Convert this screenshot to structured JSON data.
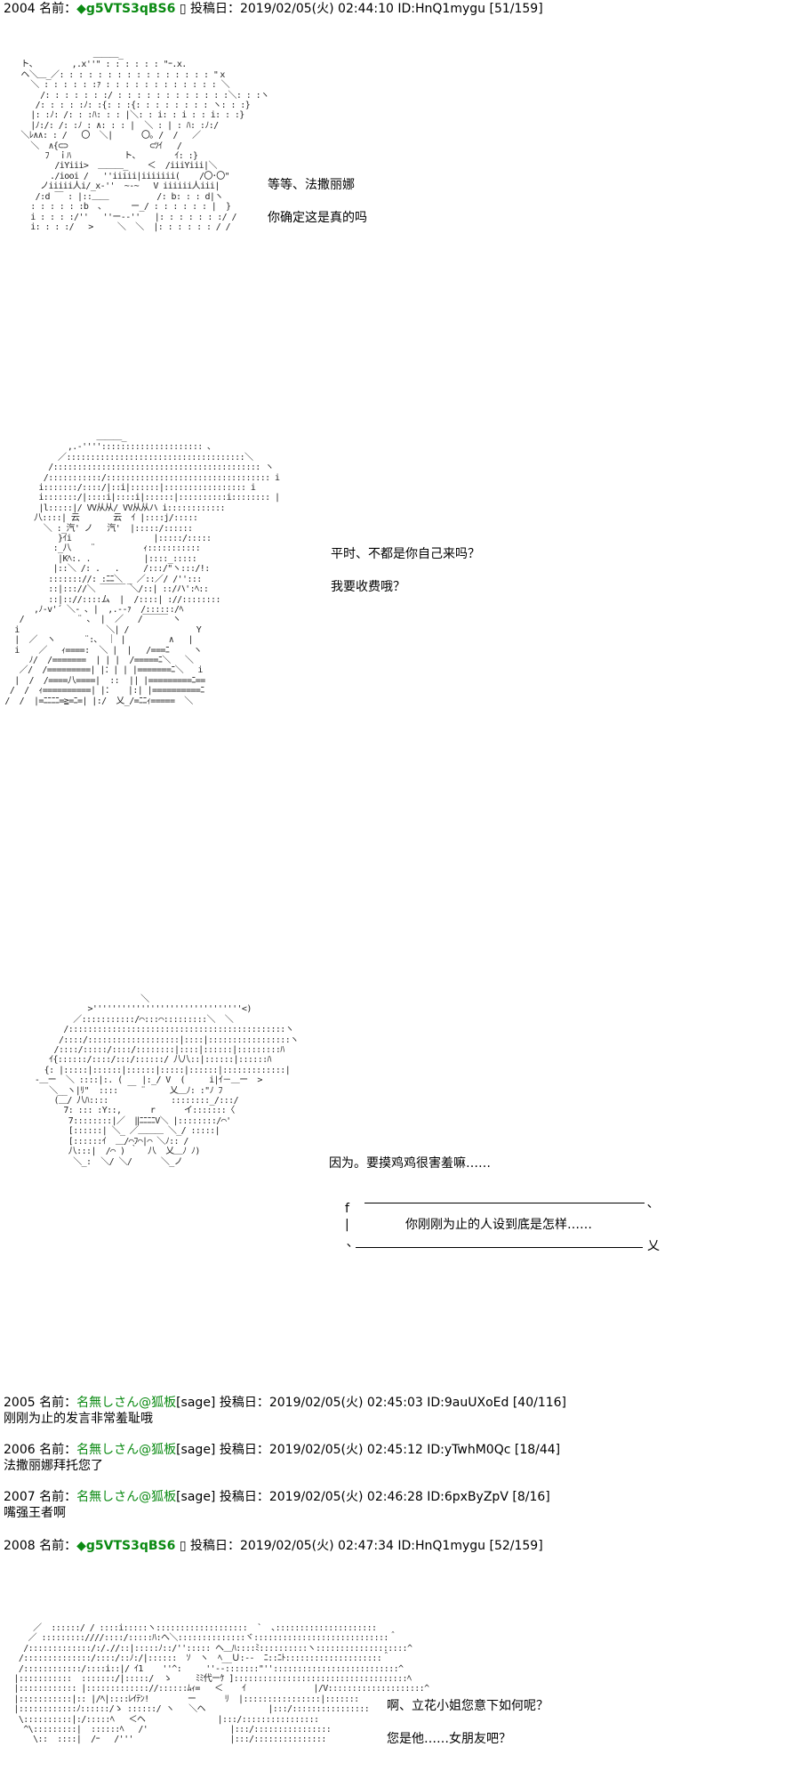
{
  "posts": [
    {
      "number": "2004",
      "name_label": "名前：",
      "name": "◆g5VTS3qBS6",
      "sage": "",
      "date_label": "投稿日：2019/02/05(火) 02:44:10",
      "id": "ID:HnQ1mygu",
      "counter": "[51/159]"
    },
    {
      "number": "2005",
      "name_label": "名前：",
      "name": "名無しさん@狐板",
      "sage": "[sage]",
      "date_label": "投稿日：2019/02/05(火) 02:45:03",
      "id": "ID:9auUXoEd",
      "counter": "[40/116]",
      "body": "刚刚为止的发言非常羞耻哦"
    },
    {
      "number": "2006",
      "name_label": "名前：",
      "name": "名無しさん@狐板",
      "sage": "[sage]",
      "date_label": "投稿日：2019/02/05(火) 02:45:12",
      "id": "ID:yTwhM0Qc",
      "counter": "[18/44]",
      "body": "法撒丽娜拜托您了"
    },
    {
      "number": "2007",
      "name_label": "名前：",
      "name": "名無しさん@狐板",
      "sage": "[sage]",
      "date_label": "投稿日：2019/02/05(火) 02:46:28",
      "id": "ID:6pxByZpV",
      "counter": "[8/16]",
      "body": "嘴强王者啊"
    },
    {
      "number": "2008",
      "name_label": "名前：",
      "name": "◆g5VTS3qBS6",
      "sage": "",
      "date_label": "投稿日：2019/02/05(火) 02:47:34",
      "id": "ID:HnQ1mygu",
      "counter": "[52/159]"
    }
  ],
  "dialogue": {
    "scene1_line1": "等等、法撒丽娜",
    "scene1_line2": "你确定这是真的吗",
    "scene2_line1": "平时、不都是你自己来吗？",
    "scene2_line2": "我要收费哦？",
    "scene3_line1": "因为。要摸鸡鸡很害羞嘛……",
    "scene3_box_text": "你刚刚为止的人设到底是怎样……",
    "scene4_line1": "啊、立花小姐您意下如何呢？",
    "scene4_line2": "您是他……女朋友吧？"
  },
  "aa": {
    "scene1": "                ＿＿＿_\n ト､        ,.x''\" : : : : : : \"ｰ.x.\n ヘ＼＿_／: : : : : : : : : : : : : : : : \"ｘ\n   ＼ : : : : : :ｧ : : : : : : : : : : : : ＼\n     /: : : : : : :/ : : : : : : : : : : : :＼: : :ヽ\n    /: : : : :ﾉ: :{: : :{: : : : : : : : ヽ: : :}\n   |: :ﾉ: /: : :ﾊ: : : |＼: : i: : i : : i: : :}\n   |ﾉ:/: /: :ﾉ : ∧: : : |  ＼ : | : ﾊ: :ﾉ:/\n ＼ﾚ∧∧: : /   〇  ＼|      〇｡ /  /   ／\n   ＼  ∧{⊂⊃                 ⊂ﾂｲ   /\n      ﾌ  ｉﾊ           ト､        ｲ: :}\n        /iYiii>  ＿＿＿_    ＜  /iiiYiii|＼\n       ./iooi /   ''iiiii|iiiiiii(    /〇･〇\"\n     ノiiiii人i/_x-''  ~-~   V iiiiii人iii|\n    /:d ￣ : |::＿＿          /: b: : : d|ヽ\n   : : : : : :b  ､      ー_/ : : : : : : |  }\n   i : : : :/''   ''ー--''   |: : : : : : :/ /\n   i: : : :/   >     ＼  ＼  |: : : : : : / /",
    "scene2": "                    ＿＿＿_\n              ,.-''''::::::::::::::::::::: ､\n            ／:::::::::::::::::::::::::::::::::::::＼\n          /::::::::::::::::::::::::::::::::::::::::::: ヽ\n         /:::::::::::/:::::::::::::::::::::::::::::::::: i\n        i:::::::/::::/|::i|::::::|::::::::::::::::: i\n        i:::::::/|::::i|::::i|::::::|::::::::::i:::::::: |\n        |l:::::|/ VV从从/ VV从从ハ i::::::::::::\n       八::::| 云       云  ｲ |::::j/:::::\n         ＼ :_汽' ノ   汽'  |:::::/::::::\n            }ｲi                 |:::::/:::::\n           :_八    ¨          ｨ:::::::::::\n            |Kﾍ:. .           |::::_:::::\n           |::＼ /: .   .     /:::/\"ヽ:::/!:\n          ::::::://: :ﾆﾆ＼ _ ／::／/ /'':::\n          ::|::://＼ ￣￣￣ ＼/::| ::/ハ':ﾍ::\n          ::|:://::::ム  |  /::::| ://::::::::\n       ,ﾉ‐v'´ ＼‐ ､ |  ,.-‐ｧ  /::::::/ﾍ\n    /           ¨ ､  |  ／   /￣￣￣ ヽ\n   i                  ＼| /              Y\n   |  ／  ヽ      ¨:､  ｜ |         ∧   |\n   i    ／   ｨ====:  ＼ |  |   /===ﾆ     ヽ\n      ﾉ/  /=======  | | |  /=====ﾆ＼   ＼\n    ／/  /=========| |：| | |=======ﾆ＼   i\n   |  /  /====八====|  ::  || |=========ﾆ==\n  /  /  ｨ==========| |：   |:| |==========ﾆ\n /  /  |=ﾆﾆﾆﾆ=≧=ﾆ=| |:/  乂_/=ﾆﾆｨ=====  ＼",
    "scene3": "                        ＼\n             >'''''''''''''''''''''''''''''''<)\n          ／:::::::::::/⌒:::⌒:::::::::＼  ＼\n        /:::::::::::::::::::::::::::::::::::::::::::::ヽ\n       /::::/:::::::::::::::::::|::::|:::::::::::::::::ヽ\n      /::::/:::::/::::/::::::::|::::|::::::|:::::::::ﾊ\n     ｲ{::::::/::::/:::/::::::/ 八八::|::::::|::::::ﾊ\n    {: |:::::|::::::|::::::|:::::|::::::|:::::::::::::|\n  -＿ー  ＼ ::::|:. (    |:_/ V  (     i|ｲ－＿ー  >\n     ＼__ヽ|ﾘ\"  ::::  ￣ ¨     乂＿ﾉ: :\"ﾉ ﾌ\n      (＿/ 八ﾊ::::             ::::::::_/:::/\n        7: ::: :Y::,      r      イ:::::::〈\n         7::::::::|／  ‖ﾆﾆﾆﾆV＼ |::::::::/⌒'\n         [::::::| ＼_ ／＿＿＿ ＼_/ :::::|\n         [::::::ｲ  ＿/⌒ﾌ⌒|⌒ ＼ﾉ:: /\n         八:::|  /⌒ ) ｀  八  乂＿ﾉ ﾉ)\n          ＼_:  ＼/ ＼/      ＼_ノ",
    "scene4": "     ／  ::::::/ / ::::i:::::ヽ:::::::::::::::::::  `  ､:::::::::::::::::::::\n    ／ :::::::::////::::/:::::ﾊ:へ＼::::::::::::::ヾ::::::::::::::::::::::::::::＾\n   /:::::::::::::/:/.//::|:::::ﾉ::/''::::: ヘ＿ﾊ::::ﾐ::::::::::ヽ:::::::::::::::::::^\n  /::::::::::::::/::::/::ﾉ:/|::::::  ｿ  ヽ  ﾍ__Ｕ:--  ﾆ::ﾆﾄ::::::::::::::::::::＾\n  /::::::::::::/::::i::|/ ｲ1    ''^:     ''--:::::::\"''::::::::::::::::::::::::::^\n |:::::::::::  :::::::/|:::::/  ゝ     ﾐﾐ代ーｹ ]::::::::::::::::::::::::::::::::::::ﾍ\n |:::::::::::: |::::::::::::://::::::ﾑｨ=   ＜    ｲ              |/V::::::::::::::::::::^\n |:::::::::::|:: |/ﾍ|::::ﾚｲﾃﾝ!        ー      ﾘ  |::::::::::::::::|:::::::\n |::::::::::::ﾉ::::::/ゝ ::::::/ ヽ   ＼ヘ             |:::/::::::::::::::::\n  \\::::::::::|:/:::::ﾍ   ＜ヘ               |:::/::::::::::::::::\n   ^\\:::::::::|  ::::::ﾍ   /'                 |:::/::::::::::::::::\n     \\::  ::::|  /ｰ   /'''                    |:::/:::::::::::::::"
  }
}
